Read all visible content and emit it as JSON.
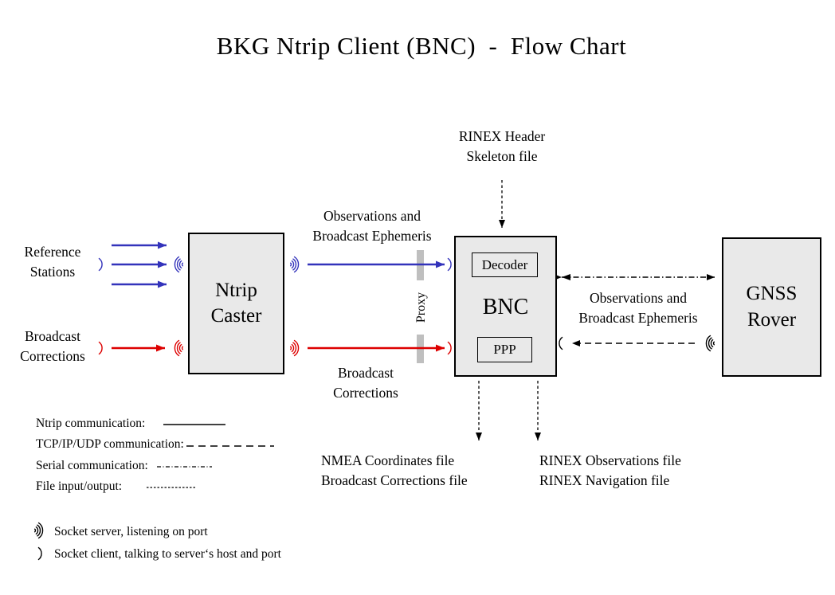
{
  "title": "BKG Ntrip Client (BNC)  -  Flow Chart",
  "colors": {
    "blue": "#3333bb",
    "red": "#dd0000",
    "black": "#000000",
    "box_fill": "#e9e9e9",
    "proxy_bar": "#bfbfbf"
  },
  "boxes": {
    "ntrip_caster": "Ntrip\nCaster",
    "bnc": "BNC",
    "decoder": "Decoder",
    "ppp": "PPP",
    "gnss_rover": "GNSS\nRover",
    "proxy": "Proxy"
  },
  "labels": {
    "reference_stations": "Reference\nStations",
    "broadcast_corrections_left": "Broadcast\nCorrections",
    "obs_ephemeris_left": "Observations and\nBroadcast Ephemeris",
    "broadcast_corrections_mid": "Broadcast\nCorrections",
    "rinex_header": "RINEX Header\nSkeleton file",
    "obs_ephemeris_right": "Observations and\nBroadcast Ephemeris",
    "nmea_files": "NMEA Coordinates file\nBroadcast Corrections file",
    "rinex_files": "RINEX Observations file\nRINEX Navigation file"
  },
  "legend": {
    "ntrip": "Ntrip communication:",
    "tcp": "TCP/IP/UDP communication:",
    "serial": "Serial communication:",
    "file": "File input/output:",
    "socket_server": "Socket server, listening on port",
    "socket_client": "Socket client, talking to server‘s host and port"
  }
}
